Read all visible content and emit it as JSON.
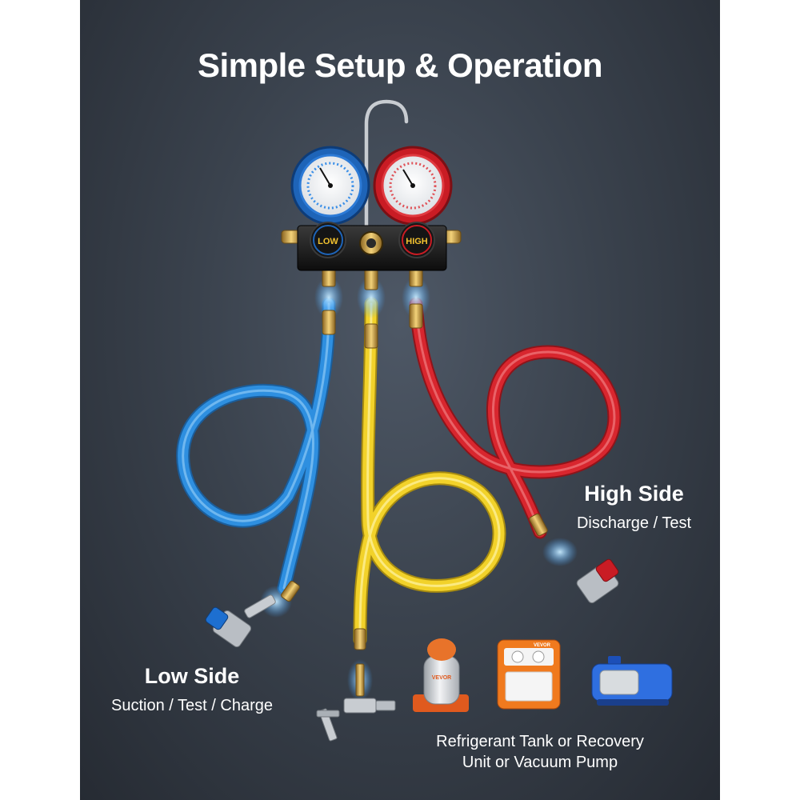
{
  "headline": "Simple Setup & Operation",
  "gauges": {
    "low_knob_label": "LOW",
    "high_knob_label": "HIGH"
  },
  "high_side": {
    "title": "High Side",
    "subtitle": "Discharge / Test"
  },
  "low_side": {
    "title": "Low Side",
    "subtitle": "Suction / Test / Charge"
  },
  "equipment": {
    "caption_line1": "Refrigerant Tank or Recovery",
    "caption_line2": "Unit or Vacuum Pump",
    "tank_brand": "VEVOR",
    "recovery_brand": "VEVOR"
  },
  "colors": {
    "low_hose": "#2e8fe0",
    "high_hose": "#d8262e",
    "utility_hose": "#f2d22a",
    "brass": "#d4a544",
    "background": "#3a424d"
  }
}
